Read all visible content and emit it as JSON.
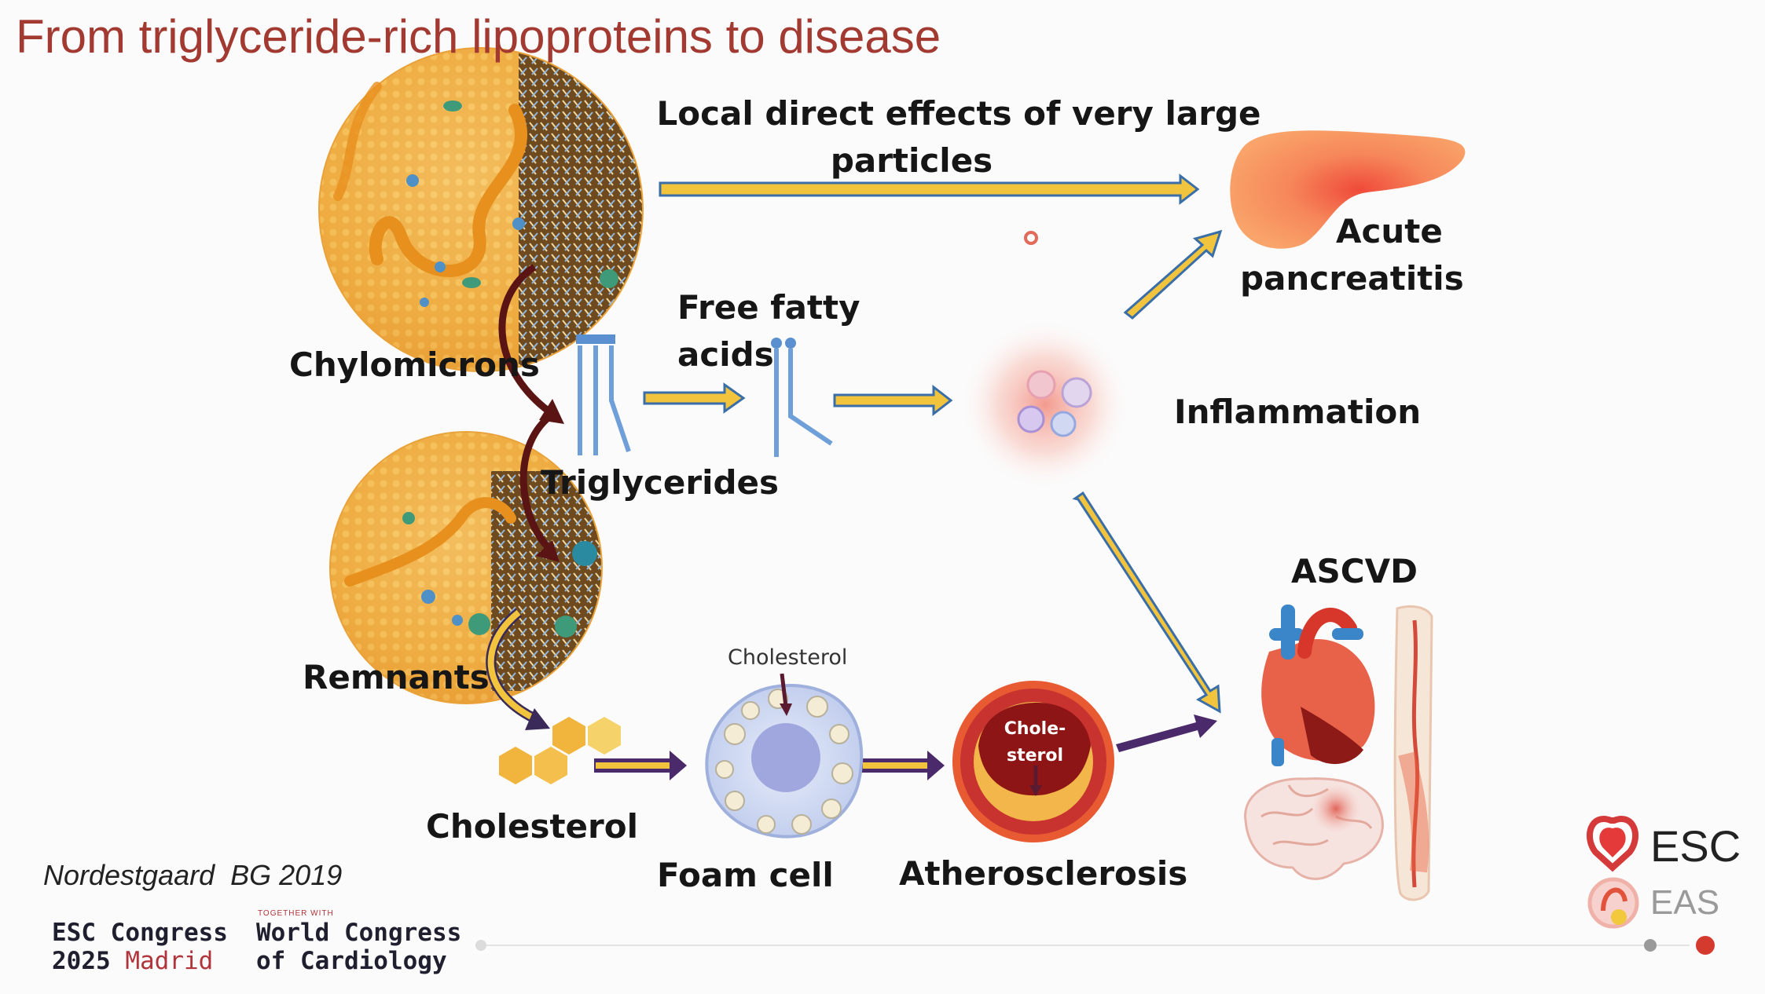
{
  "title": "From triglyceride-rich lipoproteins to disease",
  "labels": {
    "local_effects_line1": "Local direct effects of very large",
    "local_effects_line2": "particles",
    "acute_line1": "Acute",
    "acute_line2": "pancreatitis",
    "ffa_line1": "Free fatty",
    "ffa_line2": "acids",
    "chylomicrons": "Chylomicrons",
    "triglycerides": "Triglycerides",
    "inflammation": "Inflammation",
    "ascvd": "ASCVD",
    "remnants": "Remnants",
    "cholesterol": "Cholesterol",
    "foam_cell": "Foam cell",
    "atherosclerosis": "Atherosclerosis",
    "foam_cholesterol_small": "Cholesterol",
    "plaque_line1": "Chole-",
    "plaque_line2": "sterol"
  },
  "citation": "Nordestgaard  BG 2019",
  "footer": {
    "congress_line1": "ESC Congress",
    "congress_year": "2025",
    "congress_city": "Madrid",
    "together_with": "TOGETHER WITH",
    "world_line1": "World Congress",
    "world_line2": "of Cardiology",
    "esc": "ESC",
    "eas": "EAS"
  },
  "colors": {
    "title": "#a23a32",
    "arrow_fill": "#f2c33c",
    "arrow_outline": "#3a6ea8",
    "arrow_purple": "#4a2a6a",
    "curve_arrow": "#5a1414",
    "particle": "#f2b443",
    "accent_red": "#c8322f"
  }
}
